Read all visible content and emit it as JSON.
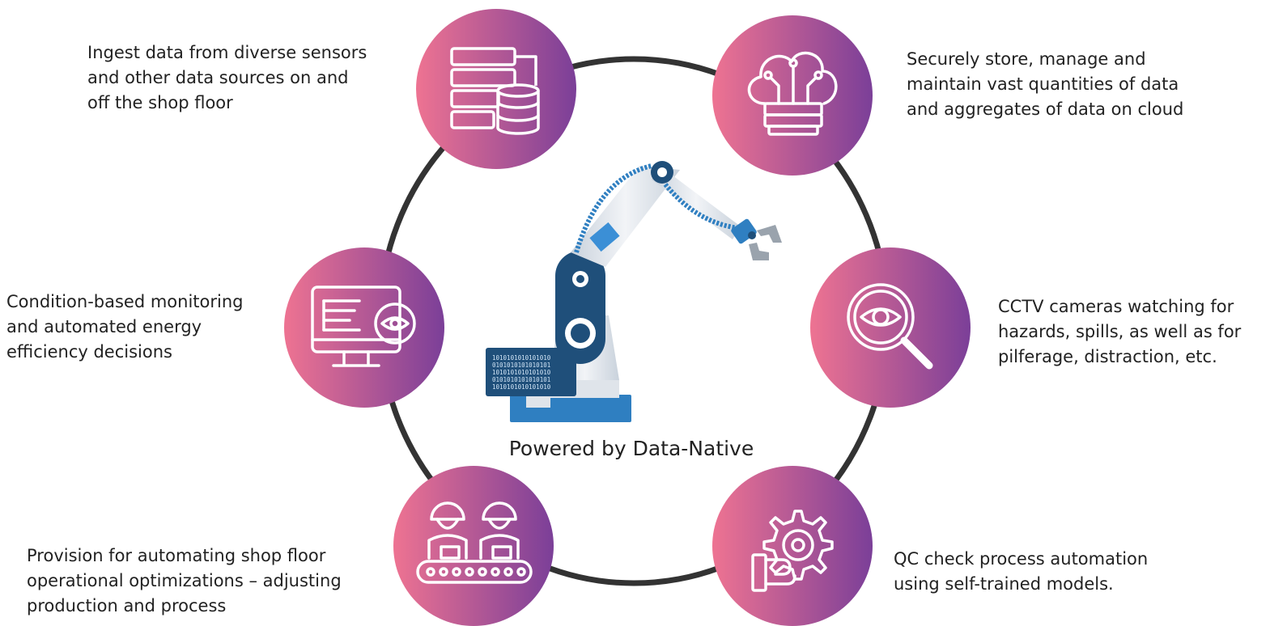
{
  "center": {
    "title": "Powered by Data-Native"
  },
  "nodes": [
    {
      "id": "ingest",
      "icon": "database-server-icon",
      "lines": [
        "Ingest data from diverse sensors",
        "and other data sources on and",
        "off the shop floor"
      ]
    },
    {
      "id": "cloud",
      "icon": "cloud-storage-icon",
      "lines": [
        "Securely store, manage and",
        "maintain vast quantities of data",
        "and aggregates of data on cloud"
      ]
    },
    {
      "id": "monitoring",
      "icon": "monitor-eye-icon",
      "lines": [
        "Condition-based monitoring",
        "and automated energy",
        "efficiency decisions"
      ]
    },
    {
      "id": "cctv",
      "icon": "magnifier-eye-icon",
      "lines": [
        "CCTV cameras watching for",
        "hazards, spills, as well as for",
        "pilferage, distraction, etc."
      ]
    },
    {
      "id": "shopfloor",
      "icon": "workers-conveyor-icon",
      "lines": [
        "Provision for automating shop floor",
        "operational optimizations – adjusting",
        "production and process"
      ]
    },
    {
      "id": "qc",
      "icon": "gear-hand-icon",
      "lines": [
        "QC check process automation",
        "using self-trained models."
      ]
    }
  ],
  "colors": {
    "gradient_start": "#ee7392",
    "gradient_end": "#7b3f98",
    "ring": "#333333",
    "arm_blue": "#2f7fc1",
    "arm_navy": "#1f4f7a"
  }
}
